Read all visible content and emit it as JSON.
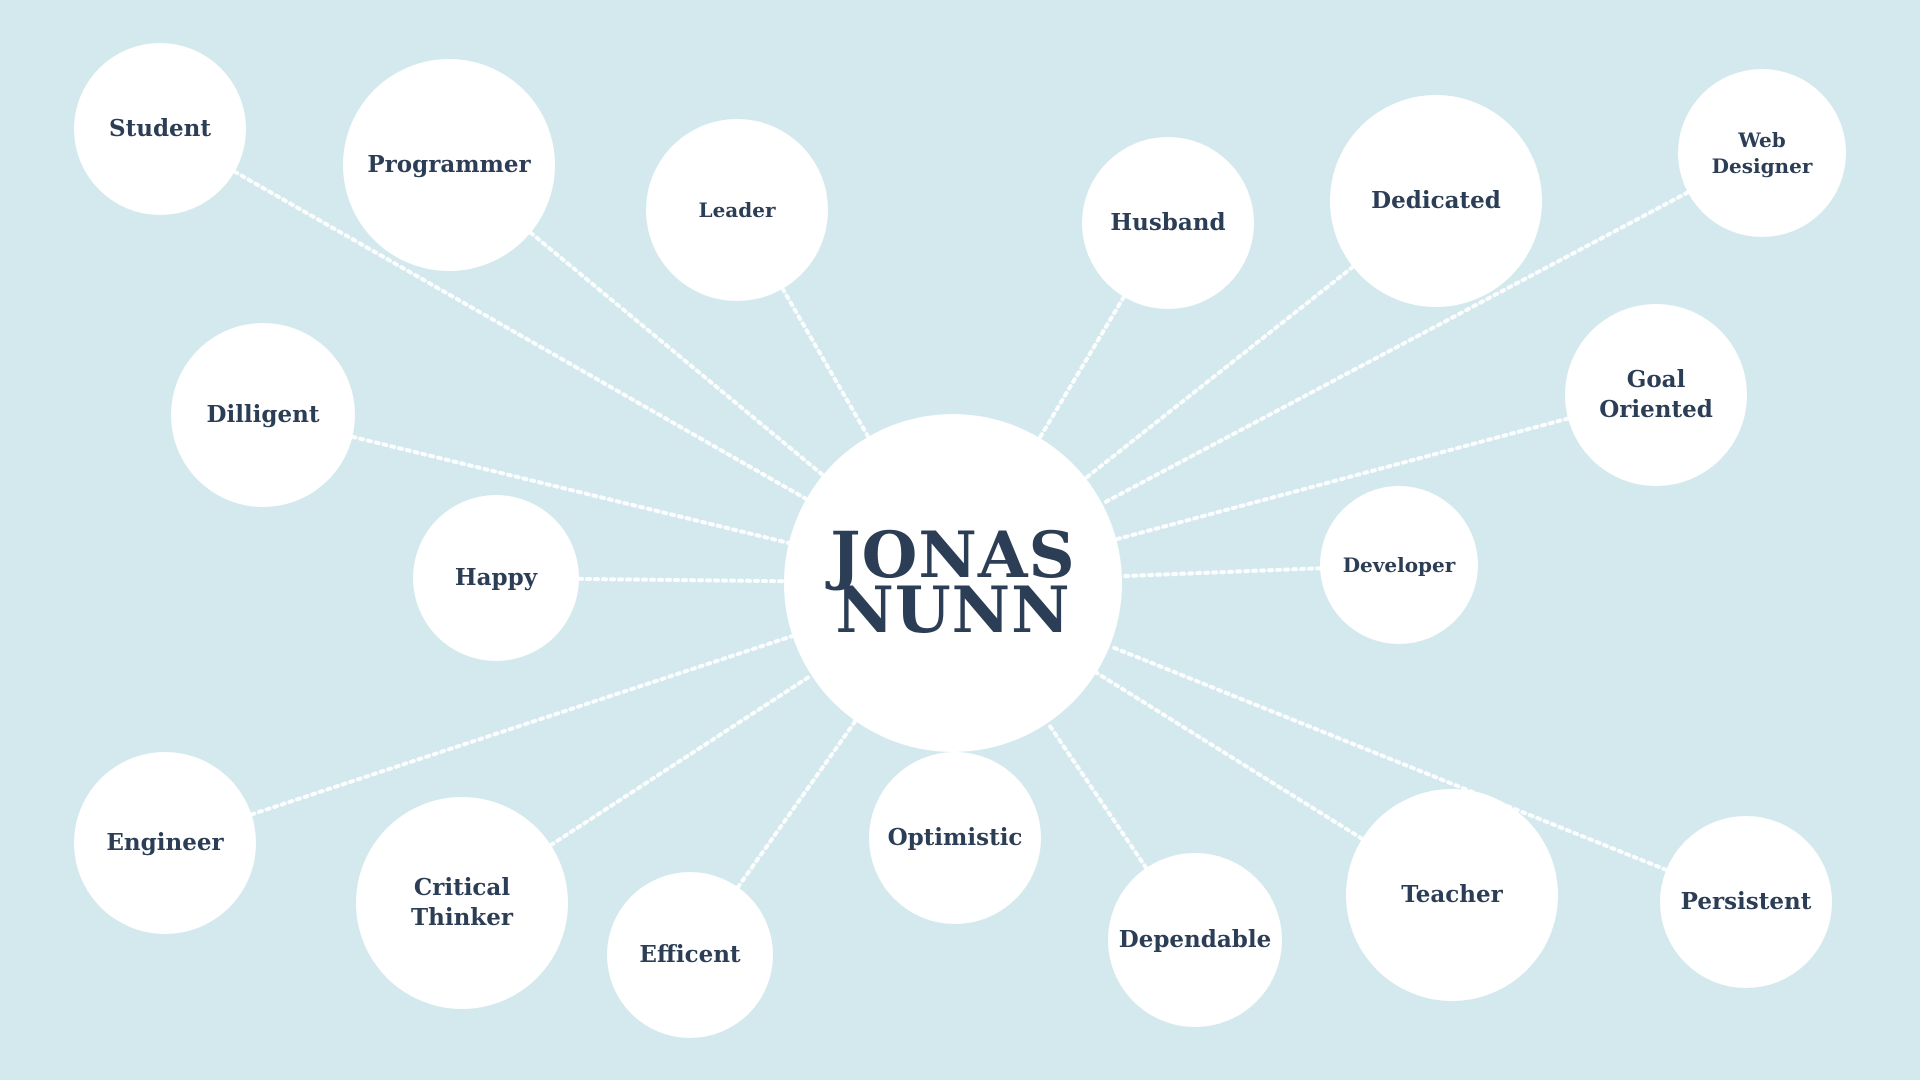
{
  "center": {
    "name": "JONAS\nNUNN"
  },
  "traits": [
    {
      "id": "student",
      "label": "Student"
    },
    {
      "id": "programmer",
      "label": "Programmer"
    },
    {
      "id": "leader",
      "label": "Leader"
    },
    {
      "id": "husband",
      "label": "Husband"
    },
    {
      "id": "dedicated",
      "label": "Dedicated"
    },
    {
      "id": "web-designer",
      "label": "Web\nDesigner"
    },
    {
      "id": "dilligent",
      "label": "Dilligent"
    },
    {
      "id": "goal-oriented",
      "label": "Goal\nOriented"
    },
    {
      "id": "happy",
      "label": "Happy"
    },
    {
      "id": "developer",
      "label": "Developer"
    },
    {
      "id": "engineer",
      "label": "Engineer"
    },
    {
      "id": "critical-thinker",
      "label": "Critical\nThinker"
    },
    {
      "id": "efficent",
      "label": "Efficent"
    },
    {
      "id": "optimistic",
      "label": "Optimistic"
    },
    {
      "id": "dependable",
      "label": "Dependable"
    },
    {
      "id": "teacher",
      "label": "Teacher"
    },
    {
      "id": "persistent",
      "label": "Persistent"
    }
  ],
  "colors": {
    "background": "#d3e9ed",
    "bubble": "#ffffff",
    "text": "#2c3e55"
  }
}
